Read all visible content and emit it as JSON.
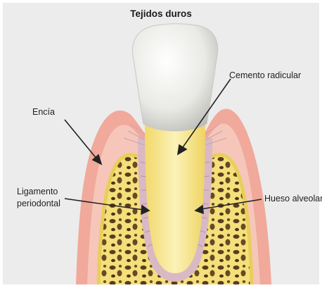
{
  "title": "Tejidos duros",
  "labels": {
    "gum": "Encía",
    "root_cement": "Cemento radicular",
    "ligament_line1": "Ligamento",
    "ligament_line2": "periodontal",
    "alveolar_bone": "Hueso alveolar"
  },
  "colors": {
    "background": "#ececec",
    "gum_outer": "#f0a99a",
    "gum_inner": "#f6c6ba",
    "bone_yellow": "#f3e07a",
    "bone_pores": "#5c3b1f",
    "root_yellow": "#f4e58e",
    "ligament": "#d9b9c4",
    "crown_white": "#f2f2ee",
    "arrow": "#222222"
  }
}
